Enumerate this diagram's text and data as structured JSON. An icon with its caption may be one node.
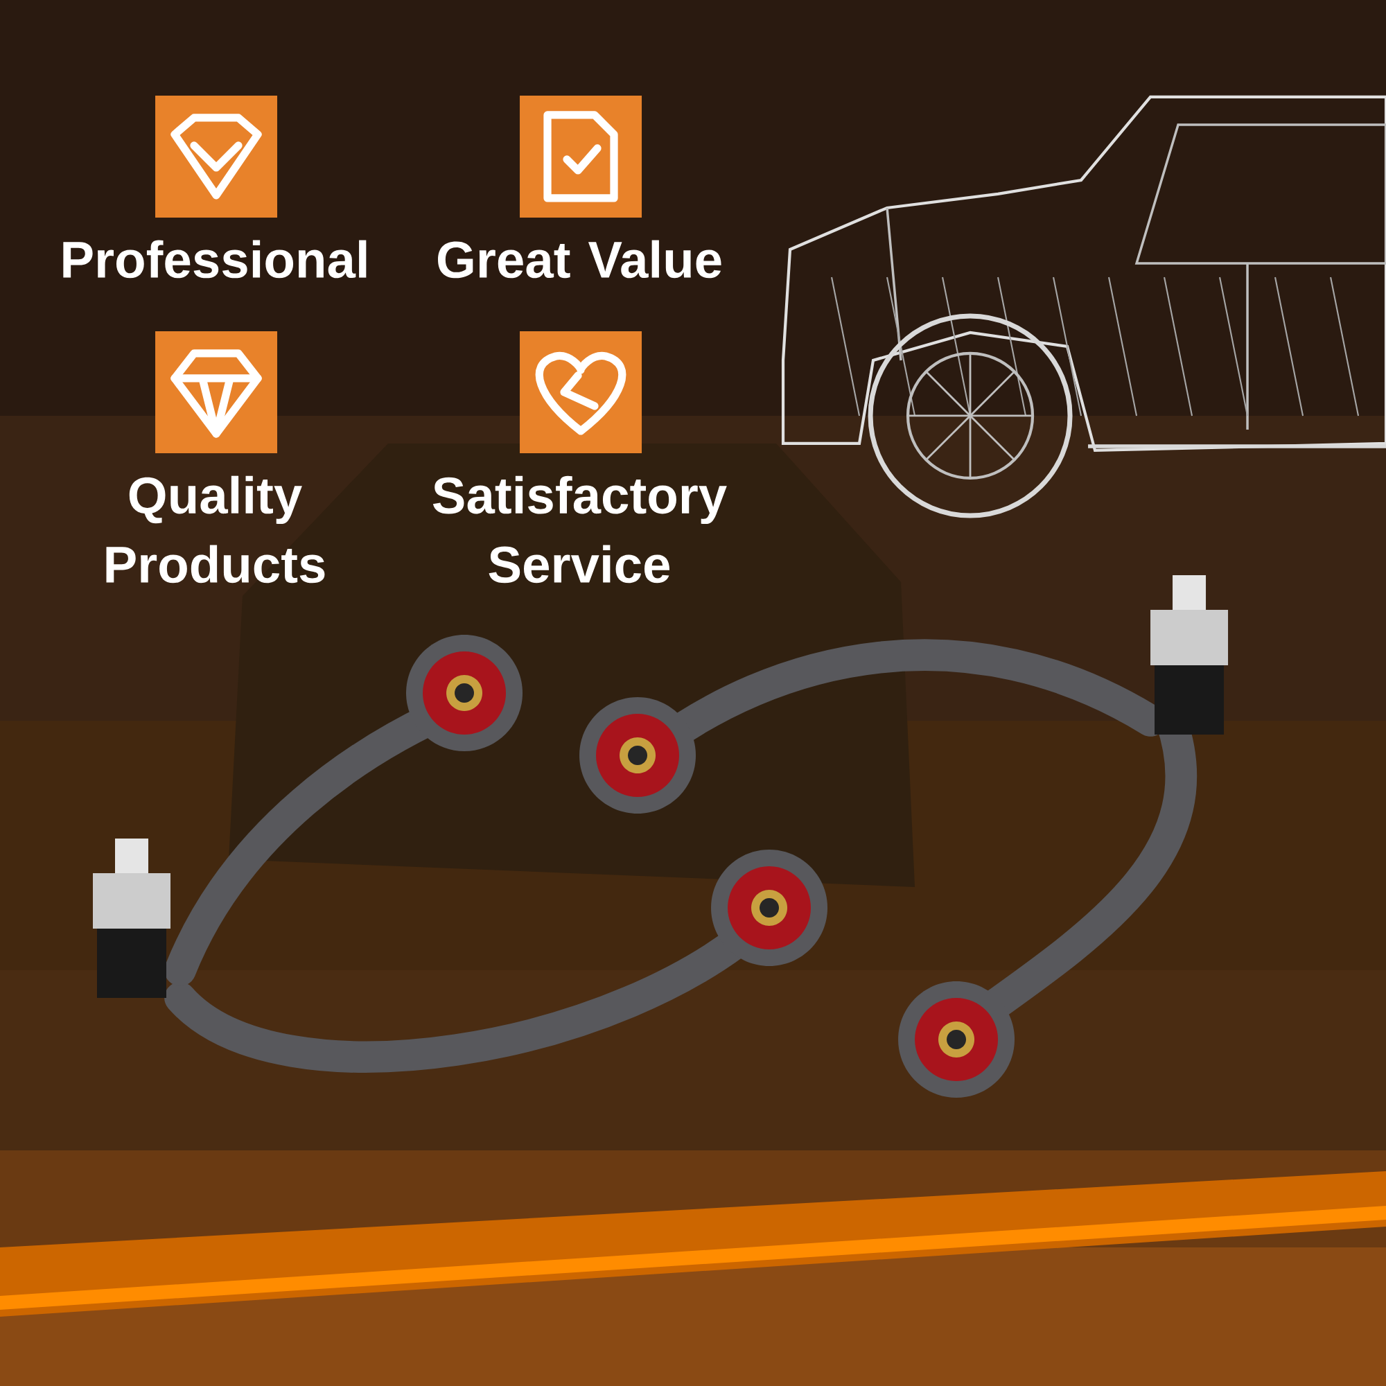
{
  "diagram": {
    "nodes": [
      {
        "text": [
          "Professional"
        ]
      },
      {
        "text": [
          "Great Value"
        ]
      },
      {
        "text": [
          "Quality Products"
        ]
      },
      {
        "text": [
          "Satisfactory Service"
        ]
      }
    ]
  }
}
